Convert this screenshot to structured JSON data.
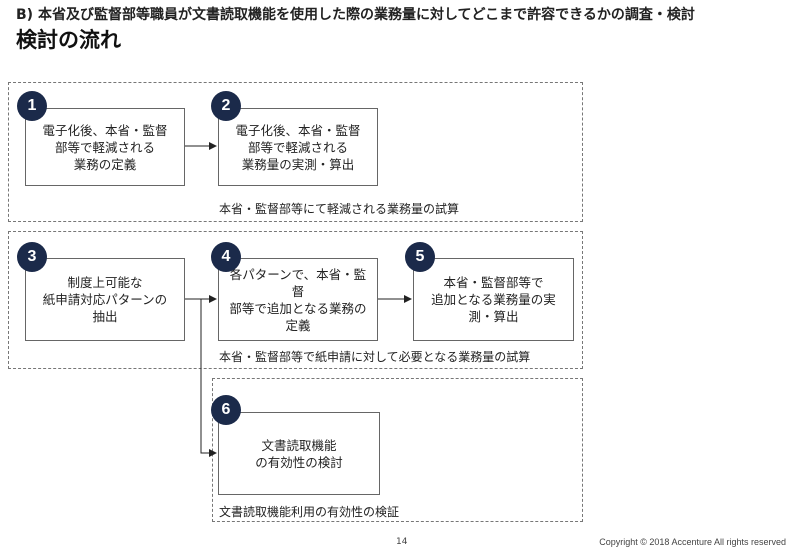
{
  "header": {
    "subtitle": "B) 本省及び監督部等職員が文書読取機能を使用した際の業務量に対してどこまで許容できるかの調査・検討",
    "title": "検討の流れ"
  },
  "groups": [
    {
      "label": "本省・監督部等にて軽減される業務量の試算"
    },
    {
      "label": "本省・監督部等で紙申請に対して必要となる業務量の試算"
    },
    {
      "label": "文書読取機能利用の有効性の検証"
    }
  ],
  "steps": [
    {
      "num": "1",
      "text": "電子化後、本省・監督\n部等で軽減される\n業務の定義"
    },
    {
      "num": "2",
      "text": "電子化後、本省・監督\n部等で軽減される\n業務量の実測・算出"
    },
    {
      "num": "3",
      "text": "制度上可能な\n紙申請対応パターンの\n抽出"
    },
    {
      "num": "4",
      "text": "各パターンで、本省・監督\n部等で追加となる業務の\n定義"
    },
    {
      "num": "5",
      "text": "本省・監督部等で\n追加となる業務量の実\n測・算出"
    },
    {
      "num": "6",
      "text": "文書読取機能\nの有効性の検討"
    }
  ],
  "footer": {
    "page": "14",
    "copyright": "Copyright © 2018 Accenture All rights reserved"
  }
}
